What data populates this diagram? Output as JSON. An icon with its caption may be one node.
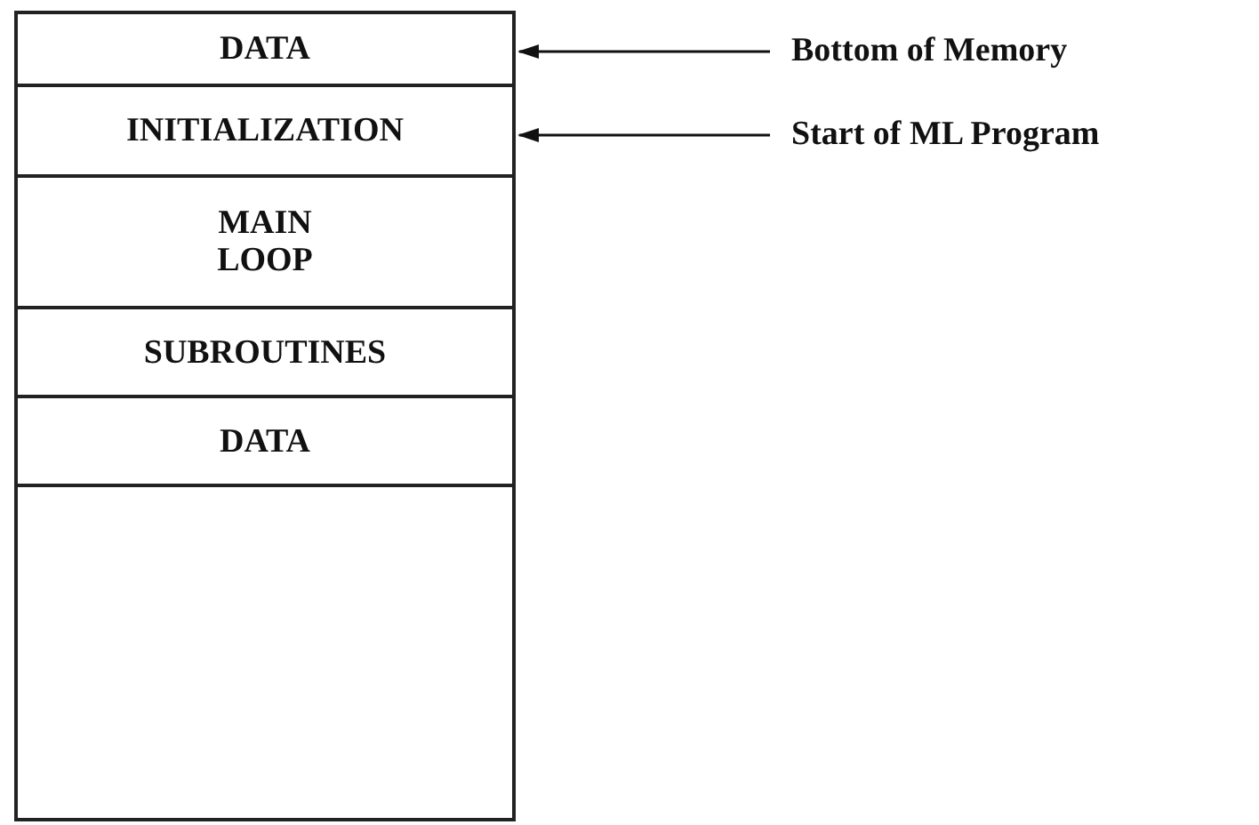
{
  "diagram": {
    "nodes": [
      {
        "text": [
          "DATA"
        ]
      },
      {
        "text": [
          "INITIALIZATION"
        ]
      },
      {
        "text": [
          "MAIN LOOP"
        ]
      },
      {
        "text": [
          "SUBROUTINES"
        ]
      },
      {
        "text": [
          "DATA"
        ]
      },
      {
        "text": [],
        "shape": "box"
      },
      {
        "text": [
          "Bottom of Memory"
        ]
      },
      {
        "text": [
          "Start of ML Program"
        ]
      }
    ],
    "edges": [
      {
        "from": 6,
        "to": 0,
        "arrow": "to"
      },
      {
        "from": 7,
        "to": 1,
        "arrow": "to"
      }
    ]
  }
}
